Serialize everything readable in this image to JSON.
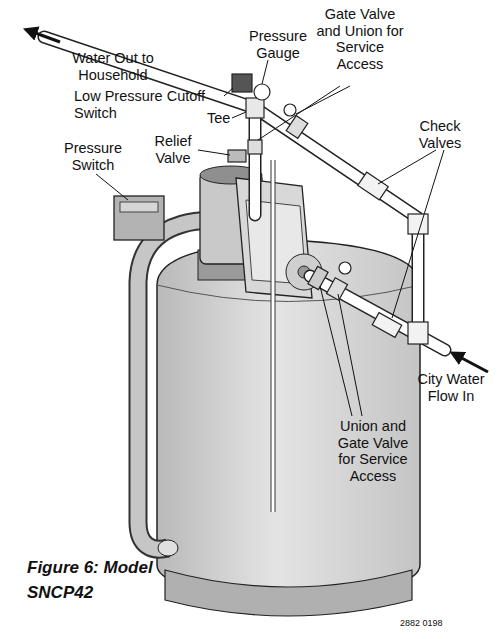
{
  "diagram": {
    "caption": "Figure 6: Model SNCP42",
    "labels": [
      "Water Out to Household",
      "Pressure Gauge",
      "Gate Valve and Union for Service Access",
      "Low Pressure Cutoff Switch",
      "Tee",
      "Check Valves",
      "Pressure Switch",
      "Relief Valve",
      "City Water Flow In",
      "Union and Gate Valve for Service Access",
      "2882 0198"
    ]
  }
}
